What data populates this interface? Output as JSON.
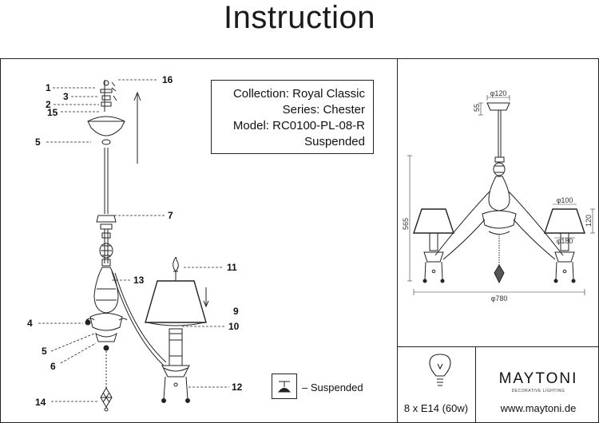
{
  "title": "Instruction",
  "info": {
    "collection": "Collection: Royal Classic",
    "series": "Series: Chester",
    "model": "Model: RC0100-PL-08-R",
    "type": "Suspended"
  },
  "legend": {
    "suspended": "– Suspended"
  },
  "bulb": "8 x E14 (60w)",
  "brand": {
    "name": "MAYTONI",
    "tagline": "DECORATIVE LIGHTING",
    "url": "www.maytoni.de"
  },
  "dimensions": {
    "canopy": "φ120",
    "canopy_height": "55",
    "height": "565",
    "shade_top": "φ100",
    "shade_bottom": "φ180",
    "shade_height": "120",
    "width": "φ780"
  },
  "parts": [
    "1",
    "3",
    "2",
    "15",
    "16",
    "5",
    "7",
    "11",
    "13",
    "9",
    "4",
    "10",
    "5",
    "6",
    "12",
    "14"
  ]
}
